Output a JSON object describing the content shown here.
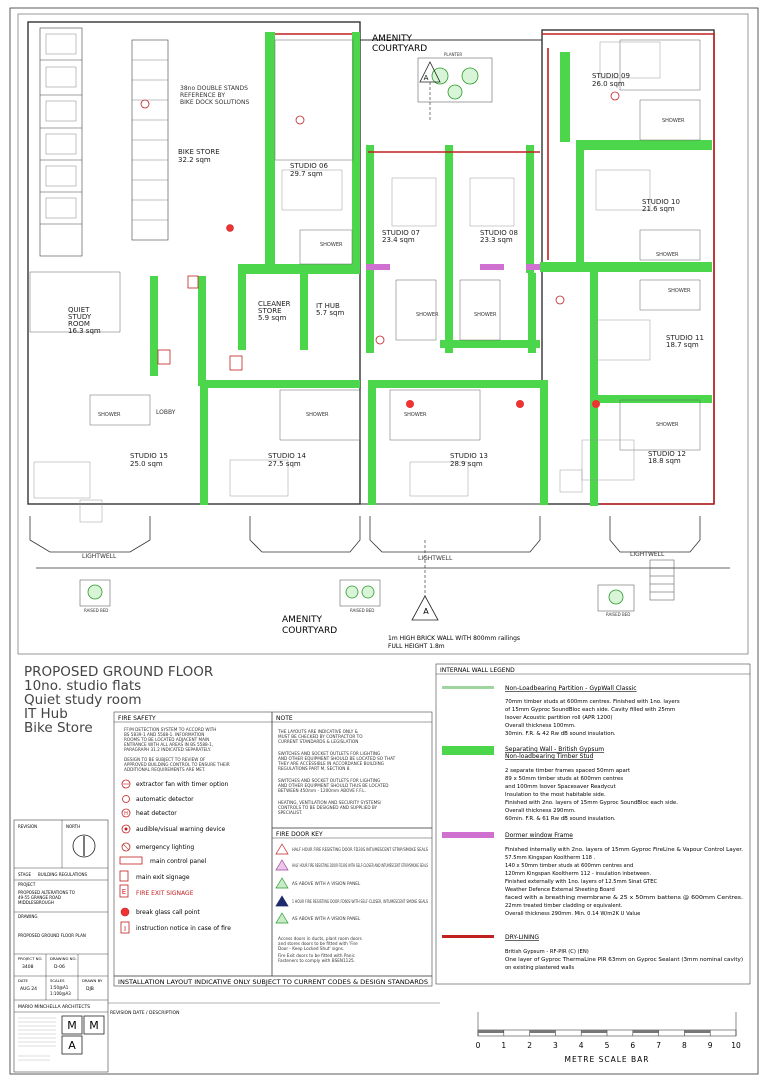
{
  "title_block": {
    "lines": [
      "PROPOSED GROUND FLOOR",
      "10no. studio flats",
      "Quiet study room",
      "IT Hub",
      "Bike Store"
    ]
  },
  "rooms": {
    "bike_store": [
      "BIKE STORE",
      "32.2 sqm"
    ],
    "bike_note": [
      "38no DOUBLE STANDS",
      "REFERENCE BY",
      "BIKE DOCK SOLUTIONS"
    ],
    "amenity_top": [
      "AMENITY",
      "COURTYARD"
    ],
    "studio_06": [
      "STUDIO 06",
      "29.7 sqm"
    ],
    "studio_07": [
      "STUDIO 07",
      "23.4 sqm"
    ],
    "studio_08": [
      "STUDIO 08",
      "23.3 sqm"
    ],
    "studio_09": [
      "STUDIO 09",
      "26.0 sqm"
    ],
    "studio_10": [
      "STUDIO 10",
      "21.6 sqm"
    ],
    "studio_11": [
      "STUDIO 11",
      "18.7 sqm"
    ],
    "studio_12": [
      "STUDIO 12",
      "18.8 sqm"
    ],
    "studio_13": [
      "STUDIO 13",
      "28.9 sqm"
    ],
    "studio_14": [
      "STUDIO 14",
      "27.5 sqm"
    ],
    "studio_15": [
      "STUDIO 15",
      "25.0 sqm"
    ],
    "quiet_study": [
      "QUIET",
      "STUDY",
      "ROOM",
      "16.3 sqm"
    ],
    "cleaner_store": [
      "CLEANER",
      "STORE",
      "5.9 sqm"
    ],
    "it_hub": [
      "IT HUB",
      "5.7 sqm"
    ],
    "lobby": "LOBBY",
    "shower": "SHOWER",
    "lightwell": "LIGHTWELL",
    "raised_bed": "RAISED BED",
    "amenity_bottom": [
      "AMENITY",
      "COURTYARD"
    ],
    "wall_note": [
      "1m HIGH BRICK WALL WITH 800mm railings",
      "FULL HEIGHT 1.8m"
    ],
    "section_marker": "A",
    "planter": "PLANTER"
  },
  "fire_safety": {
    "heading": "FIRE SAFETY",
    "para1": [
      "FF/M DETECTION SYSTEM TO ACCORD WITH",
      "BS 5839-1 AND 5588-1. INFORMATION",
      "ROOMS TO BE LOCATED ADJACENT MAIN",
      "ENTRANCE WITH ALL AREAS IN BS 5588-1,",
      "PARAGRAPH 31.2 INDICATED SEPARATELY."
    ],
    "para2": [
      "DESIGN TO BE SUBJECT TO REVIEW OF",
      "APPROVED BUILDING CONTROL TO ENSURE THEIR",
      "ADDITIONAL REQUIREMENTS ARE MET."
    ],
    "items": [
      "extractor fan with timer option",
      "automatic detector",
      "heat detector",
      "audible/visual warning device",
      "emergency lighting",
      "main  control panel",
      "main exit signage",
      "FIRE EXIT SIGNAGE",
      "break glass call point",
      "instruction notice in case of fire"
    ]
  },
  "note": {
    "heading": "NOTE",
    "paras": [
      [
        "THE LAYOUTS ARE INDICATIVE ONLY &",
        "MUST BE CHECKED BY CONTRACTOR TO",
        "CURRENT STANDARDS & LEGISLATION"
      ],
      [
        "SWITCHES AND SOCKET OUTLETS FOR LIGHTING",
        "AND OTHER EQUIPMENT SHOULD BE LOCATED SO THAT",
        "THEY ARE ACCESSIBLE IN ACCORDANCE BUILDING",
        "REGULATIONS PART M, SECTION 8."
      ],
      [
        "SWITCHES AND SOCKET OUTLETS FOR LIGHTING",
        "AND OTHER EQUIPMENT SHOULD THUS BE LOCATED",
        "BETWEEN 450mm - 1200mm ABOVE F.F.L."
      ],
      [
        "HEATING, VENTILATION AND SECURITY SYSTEMS/",
        "CONTROLS TO BE DESIGNED AND SUPPLIED BY",
        "SPECIALIST."
      ]
    ]
  },
  "fire_door_key": {
    "heading": "FIRE DOOR KEY",
    "items": [
      "HALF HOUR FIRE RESISTING DOOR FD30S INTUMESCENT STRIP/SMOKE SEALS",
      "HALF HOUR FIRE RESISTING DOOR FD30S WITH SELF-CLOSER AND INTUMESCENT STRIP/SMOKE SEALS",
      "AS ABOVE WITH A VISION PANEL",
      "1 HOUR FIRE RESISTING DOOR FD60S WITH SELF-CLOSER, INTUMESCENT SMOKE SEALS",
      "AS ABOVE WITH A VISION PANEL"
    ],
    "foot": [
      "Access doors in ducts, plant room doors",
      "and stores doors to be fitted with 'Fire",
      "Door - Keep Locked Shut' signs.",
      "Fire Exit doors to be fitted with Panic",
      "Fasteners to comply with BSEN1125."
    ]
  },
  "installation_note": "INSTALLATION LAYOUT INDICATIVE ONLY SUBJECT TO CURRENT CODES & DESIGN STANDARDS",
  "revision_line": "REVISION DATE / DESCRIPTION",
  "legend": {
    "heading": "INTERNAL WALL LEGEND",
    "items": [
      {
        "title": "Non-Loadbearing Partition - GypWall Classic",
        "body": [
          "70mm  timber studs at 600mm  centres. Finished with 1no. layers",
          "of 15mm  Gyproc SoundBloc each side. Cavity filled with 25mm",
          "Isover Acoustic partition roll (APR 1200)",
          "Overall thickness 100mm.",
          "30min. F.R. & 42 Rw  dB sound insulation."
        ],
        "color": "#9fd69f"
      },
      {
        "title": "Separating Wall - British Gypsum",
        "subtitle": "Non-loadbearing Timber Stud",
        "body": [
          "2 separate timber frames spaced 50mm  apart",
          "89 x 50mm  timber studs at 600mm  centres",
          "and 100mm  Isover Spacesaver Readycut",
          "Insulation to the most habitable side.",
          "Finished with 2no. layers of 15mm  Gyproc SoundBloc each side.",
          "Overall thickness 290mm.",
          "60min. F.R. & 61 Rw  dB sound insulation."
        ],
        "color": "#4cd64c"
      },
      {
        "title": "Dormer window Frame",
        "body": [
          "Finished internally with 2no. layers of 15mm  Gyproc FireLine & Vapour Control Layer.",
          "57.5mm  Kingspan Kooltherm  118 .",
          "140 x 50mm  timber studs at 600mm  centres and",
          "120mm  Kingspan Kooltherm  112 - insulation inbetween.",
          "Finished externally with 1no. layers of 12.5mm  Sinat GTEC",
          "Weather Defence External Sheeting Board",
          "faced with a breathing membrane & 25 x 50mm  battens @ 600mm  Centres.",
          "22mm  treated timber cladding or equivalent.",
          "Overall thickness 290mm. Min. 0.14  W/m2K U Value"
        ],
        "color": "#d070d0"
      },
      {
        "title": "DRY-LINING",
        "body": [
          "British Gypsum  - RF-PIR (C) (EN)",
          "One layer of Gyproc ThermaLine PIR 63mm  on Gyproc Sealant (3mm  nominal cavity)",
          "on existing plastered walls"
        ],
        "color": "#c02020"
      }
    ]
  },
  "left_info": {
    "revision": "REVISION",
    "north": "NORTH",
    "stage_label": "STAGE",
    "stage_value": "BUILDING REGULATIONS",
    "project_label": "PROJECT",
    "project_value": [
      "PROPOSED ALTERATIONS TO",
      "49-55 GRANGE ROAD",
      "MIDDLESBROUGH"
    ],
    "drawing_label": "DRAWING",
    "drawing_value": "PROPOSED GROUND FLOOR PLAN",
    "project_no_label": "PROJECT NO.",
    "project_no_value": "3408",
    "drawing_no_label": "DRAWING NO.",
    "drawing_no_value": "D-06",
    "date_label": "DATE",
    "date_value": "AUG 24",
    "scales_label": "SCALES",
    "scales_value": [
      "1:50@A1",
      "1:100@A3"
    ],
    "drawn_label": "DRAWN BY",
    "drawn_value": "DJB",
    "architect": "MARIO MINCHELLA ARCHITECTS",
    "logo_letters": [
      "M",
      "M",
      "A"
    ]
  },
  "scale_bar": {
    "label": "METRE SCALE BAR",
    "ticks": [
      "0",
      "1",
      "2",
      "3",
      "4",
      "5",
      "6",
      "7",
      "8",
      "9",
      "10"
    ]
  },
  "colors": {
    "separating_wall": "#4cd64c",
    "partition": "#9fd69f",
    "dry_lining": "#c02020",
    "dormer": "#d070d0",
    "line": "#444444"
  }
}
